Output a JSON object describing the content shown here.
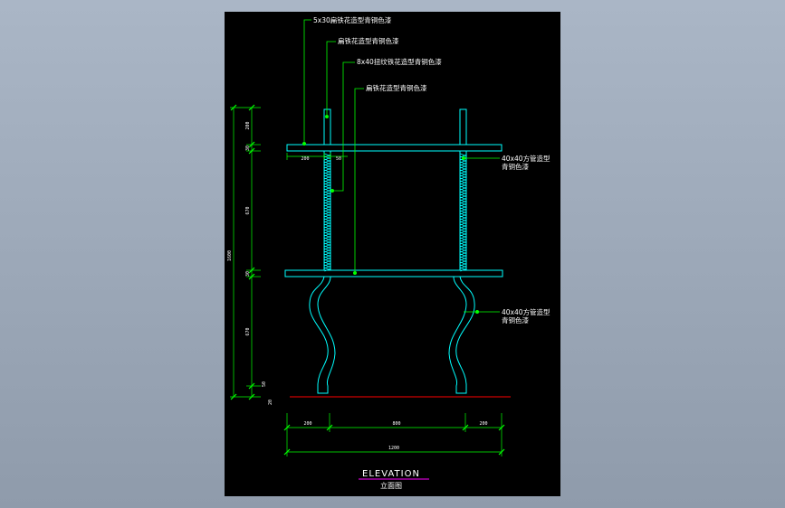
{
  "drawing": {
    "title": "ELEVATION",
    "subtitle": "立面图",
    "callouts": [
      "5x30扁铁花造型青铜色漆",
      "扁铁花造型青铜色漆",
      "8x40扭纹铁花造型青铜色漆",
      "扁铁花造型青铜色漆",
      "40x40方管造型\n青铜色漆",
      "40x40方管造型\n青铜色漆"
    ],
    "dims_vertical": [
      "200",
      "30",
      "670",
      "30",
      "670",
      "50",
      "20",
      "1600"
    ],
    "dims_horizontal": [
      "200",
      "800",
      "200",
      "1200",
      "200",
      "50"
    ]
  },
  "colors": {
    "frame": "#00ffff",
    "leader": "#00ff00",
    "dimension": "#00ff00",
    "floor": "#ff0000",
    "title_underline": "#ff00ff",
    "text": "#ffffff",
    "paper": "#000000",
    "backdrop": "#9aa6b6"
  }
}
